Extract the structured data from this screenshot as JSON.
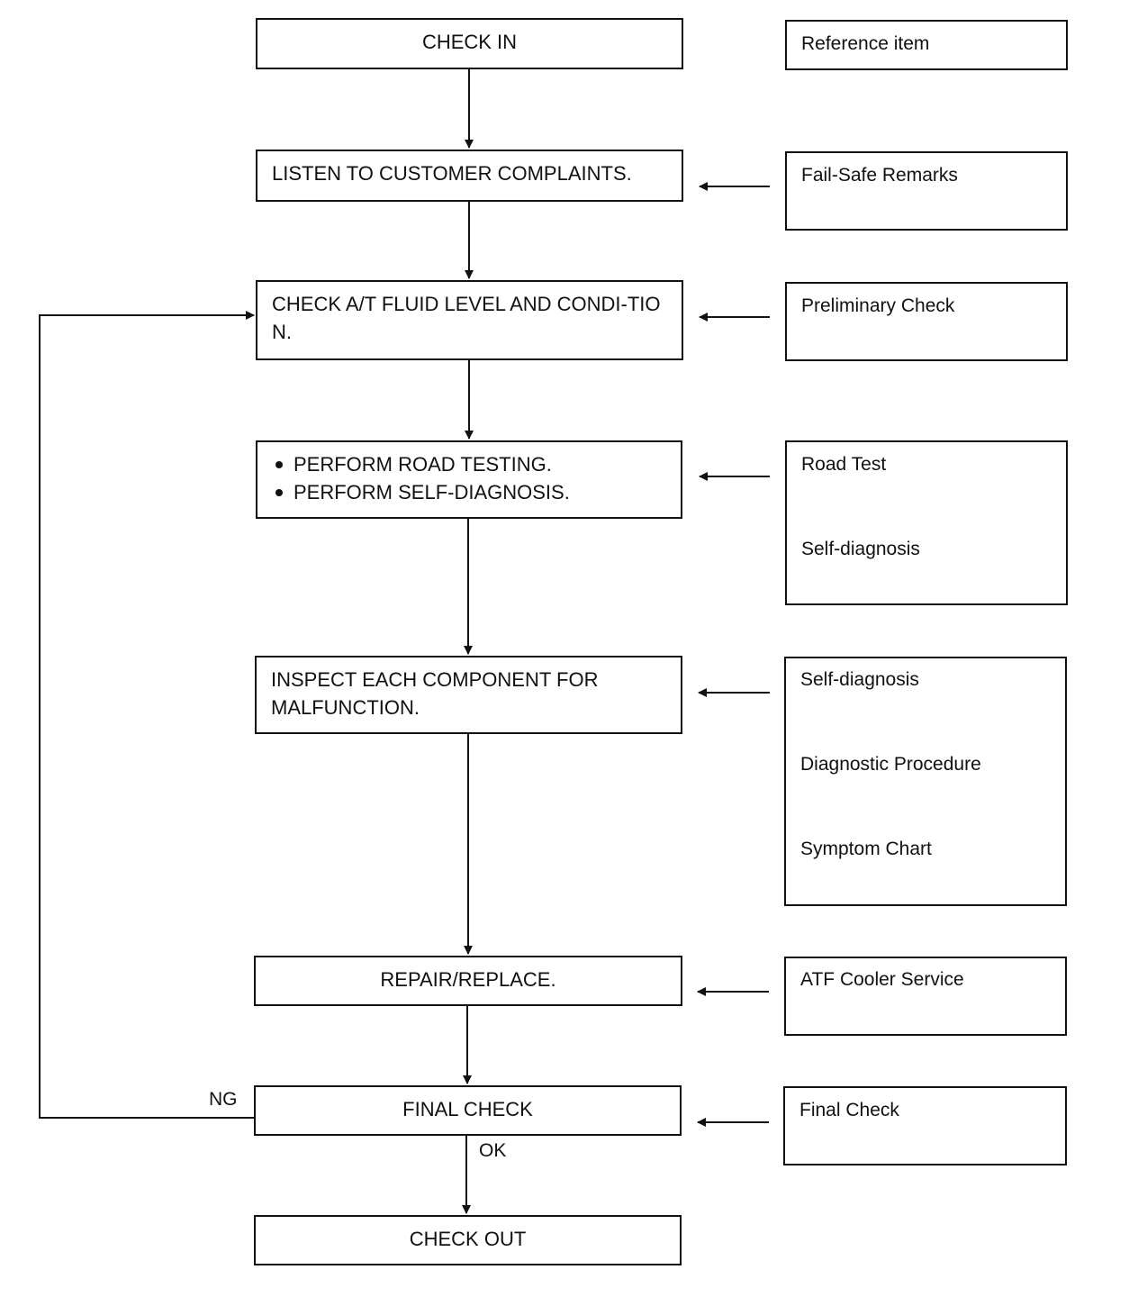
{
  "flow": {
    "check_in": "CHECK IN",
    "listen": "LISTEN TO CUSTOMER COMPLAINTS.",
    "fluid_check": "CHECK A/T FLUID LEVEL AND CONDI-TION.",
    "road_testing": "PERFORM ROAD TESTING.",
    "self_diagnosis": "PERFORM SELF-DIAGNOSIS.",
    "inspect": "INSPECT EACH COMPONENT FOR MALFUNCTION.",
    "repair": "REPAIR/REPLACE.",
    "final_check": "FINAL CHECK",
    "check_out": "CHECK OUT"
  },
  "reference": {
    "header": "Reference item",
    "fail_safe": "Fail-Safe Remarks",
    "preliminary": "Preliminary Check",
    "road_test": "Road Test",
    "self_diagnosis_1": "Self-diagnosis",
    "self_diagnosis_2": "Self-diagnosis",
    "diagnostic_procedure": "Diagnostic Procedure",
    "symptom_chart": "Symptom Chart",
    "atf_cooler": "ATF Cooler Service",
    "final_check": "Final Check"
  },
  "edges": {
    "ng": "NG",
    "ok": "OK"
  },
  "colors": {
    "line": "#111111",
    "background": "#ffffff"
  }
}
